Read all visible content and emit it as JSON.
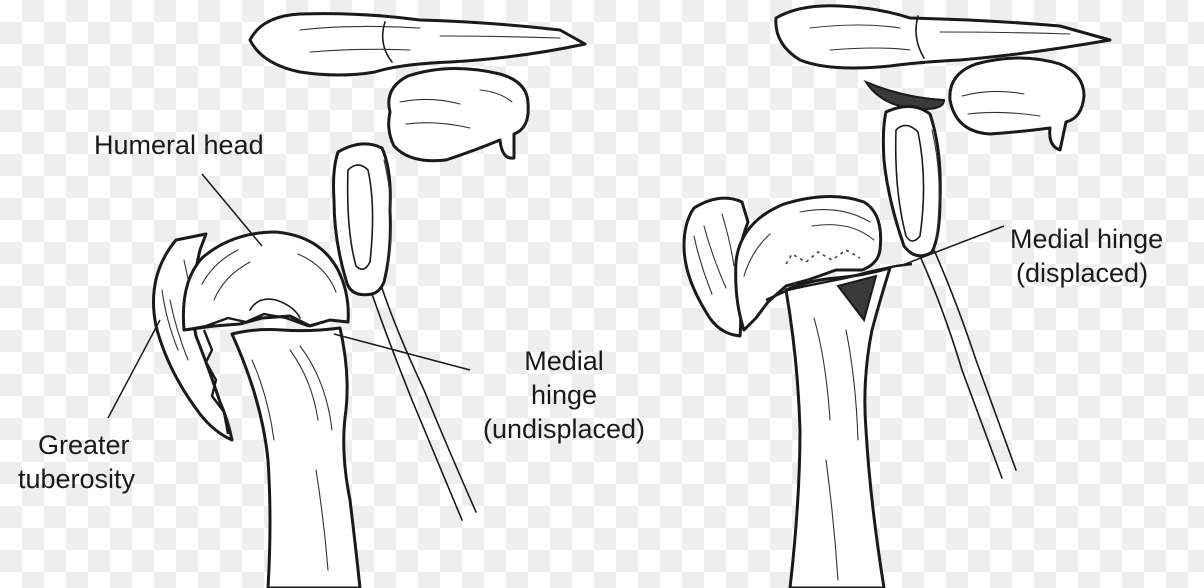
{
  "labels": {
    "humeral_head": "Humeral head",
    "medial_hinge_undisplaced": [
      "Medial",
      "hinge",
      "(undisplaced)"
    ],
    "greater_tuberosity": [
      "Greater",
      "tuberosity"
    ],
    "medial_hinge_displaced": [
      "Medial hinge",
      "(displaced)"
    ]
  },
  "colors": {
    "line": "#1a1a1a",
    "bone_fill": "#ffffff",
    "shadow": "#3a3a3a",
    "checker": "#eeeeee"
  }
}
